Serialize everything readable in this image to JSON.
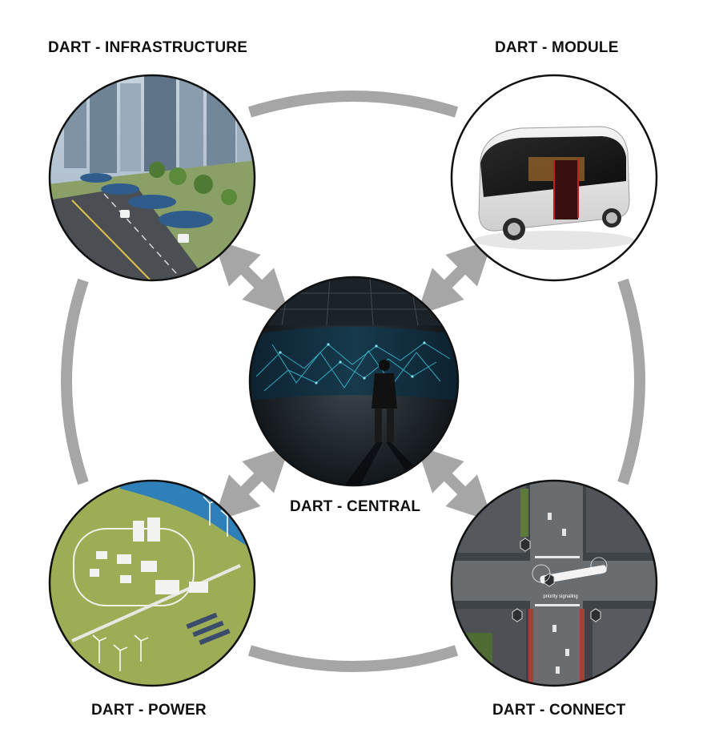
{
  "nodes": {
    "infrastructure": {
      "label": "DART - INFRASTRUCTURE"
    },
    "module": {
      "label": "DART - MODULE"
    },
    "central": {
      "label": "DART - CENTRAL"
    },
    "power": {
      "label": "DART - POWER"
    },
    "connect": {
      "label": "DART - CONNECT"
    }
  },
  "connect_signs": {
    "caption": "priority signaling"
  },
  "colors": {
    "connector": "#a6a6a6",
    "circle_border": "#111111",
    "background": "#ffffff"
  }
}
